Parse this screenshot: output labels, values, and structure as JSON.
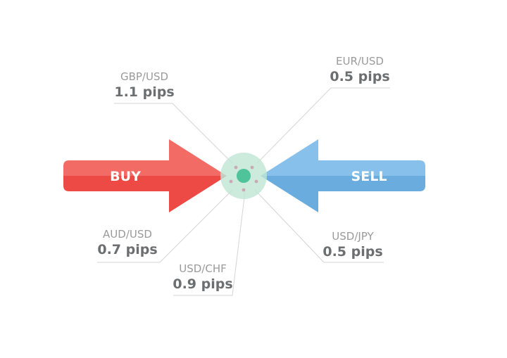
{
  "arrows": {
    "buy": {
      "label": "BUY",
      "color_top": "#f26b64",
      "color_bottom": "#ee4a45"
    },
    "sell": {
      "label": "SELL",
      "color_top": "#87c0ea",
      "color_bottom": "#6aacde"
    }
  },
  "center": {
    "outer_color": "#bfe6d4",
    "inner_color": "#4fc39a",
    "dot_color": "#c9a9b6"
  },
  "spreads": [
    {
      "pair": "GBP/USD",
      "pips": "1.1 pips"
    },
    {
      "pair": "EUR/USD",
      "pips": "0.5 pips"
    },
    {
      "pair": "AUD/USD",
      "pips": "0.7 pips"
    },
    {
      "pair": "USD/JPY",
      "pips": "0.5 pips"
    },
    {
      "pair": "USD/CHF",
      "pips": "0.9 pips"
    }
  ]
}
